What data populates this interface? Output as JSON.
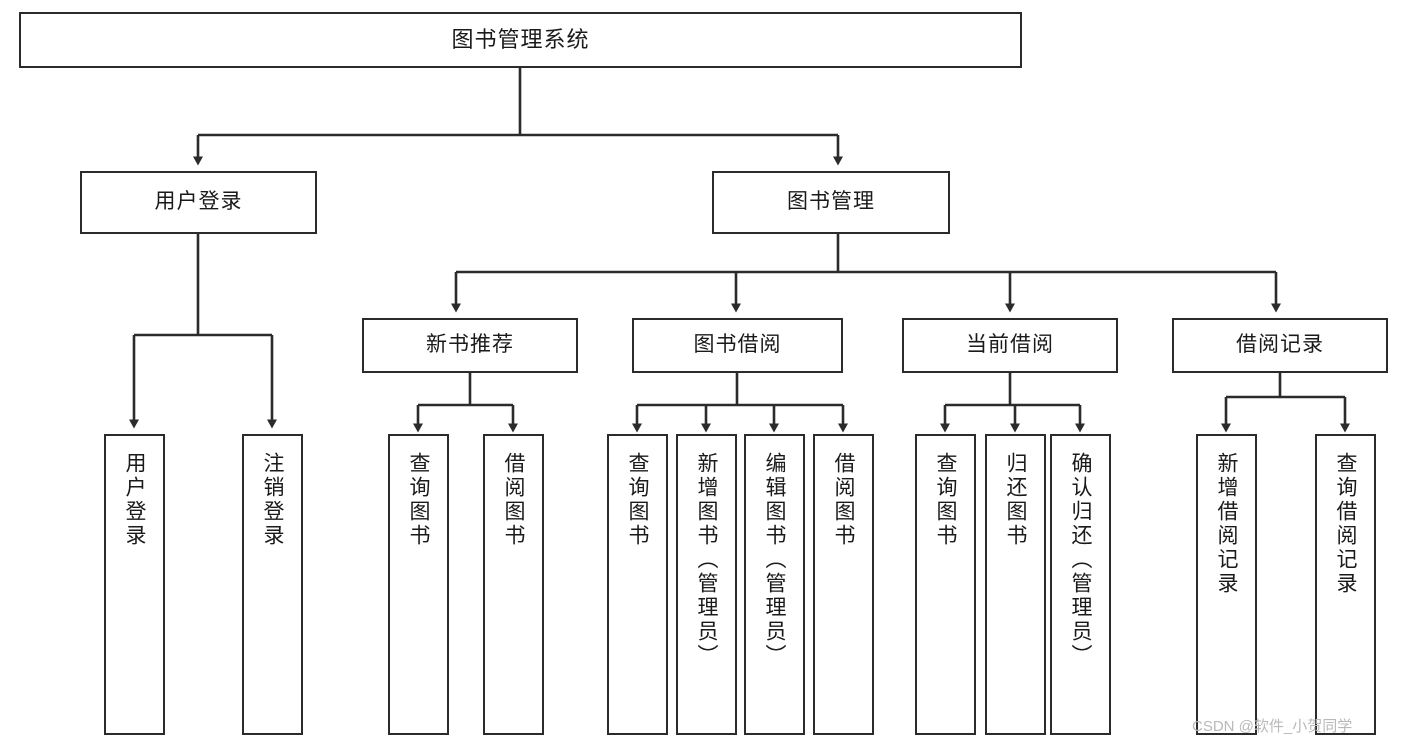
{
  "diagram": {
    "title": "图书管理系统",
    "type": "hierarchy-tree",
    "root": {
      "id": "root",
      "label": "图书管理系统",
      "orientation": "horizontal"
    },
    "level2": [
      {
        "id": "user-login",
        "label": "用户登录",
        "orientation": "horizontal"
      },
      {
        "id": "book-manage",
        "label": "图书管理",
        "orientation": "horizontal"
      }
    ],
    "level3": [
      {
        "id": "new-book-rec",
        "label": "新书推荐",
        "orientation": "horizontal",
        "parent": "book-manage"
      },
      {
        "id": "book-borrow",
        "label": "图书借阅",
        "orientation": "horizontal",
        "parent": "book-manage"
      },
      {
        "id": "current-borrow",
        "label": "当前借阅",
        "orientation": "horizontal",
        "parent": "book-manage"
      },
      {
        "id": "borrow-record",
        "label": "借阅记录",
        "orientation": "horizontal",
        "parent": "book-manage"
      }
    ],
    "leaves": [
      {
        "id": "leaf-user-login",
        "label": "用户登录",
        "orientation": "vertical",
        "parent": "user-login"
      },
      {
        "id": "leaf-user-logout",
        "label": "注销登录",
        "orientation": "vertical",
        "parent": "user-login"
      },
      {
        "id": "leaf-query-book-1",
        "label": "查询图书",
        "orientation": "vertical",
        "parent": "new-book-rec"
      },
      {
        "id": "leaf-borrow-book-1",
        "label": "借阅图书",
        "orientation": "vertical",
        "parent": "new-book-rec"
      },
      {
        "id": "leaf-query-book-2",
        "label": "查询图书",
        "orientation": "vertical",
        "parent": "book-borrow"
      },
      {
        "id": "leaf-add-book",
        "label": "新增图书（管理员）",
        "orientation": "vertical",
        "parent": "book-borrow"
      },
      {
        "id": "leaf-edit-book",
        "label": "编辑图书（管理员）",
        "orientation": "vertical",
        "parent": "book-borrow"
      },
      {
        "id": "leaf-borrow-book-2",
        "label": "借阅图书",
        "orientation": "vertical",
        "parent": "book-borrow"
      },
      {
        "id": "leaf-query-book-3",
        "label": "查询图书",
        "orientation": "vertical",
        "parent": "current-borrow"
      },
      {
        "id": "leaf-return-book",
        "label": "归还图书",
        "orientation": "vertical",
        "parent": "current-borrow"
      },
      {
        "id": "leaf-confirm-return",
        "label": "确认归还（管理员）",
        "orientation": "vertical",
        "parent": "current-borrow"
      },
      {
        "id": "leaf-add-record",
        "label": "新增借阅记录",
        "orientation": "vertical",
        "parent": "borrow-record"
      },
      {
        "id": "leaf-query-record",
        "label": "查询借阅记录",
        "orientation": "vertical",
        "parent": "borrow-record"
      }
    ],
    "colors": {
      "border": "#2b2b2b",
      "background": "#ffffff",
      "text": "#1a1a1a",
      "edge": "#2b2b2b",
      "watermark": "#b9b9b9"
    }
  },
  "watermark": {
    "text": "CSDN @软件_小贺同学"
  }
}
